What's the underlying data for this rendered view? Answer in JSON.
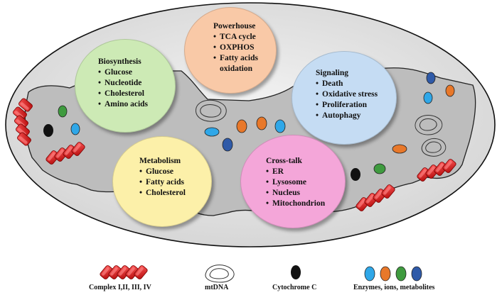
{
  "bubbles": {
    "powerhouse": {
      "title": "Powerhouse",
      "items": [
        "TCA cycle",
        "OXPHOS",
        "Fatty acids"
      ],
      "continuation": "oxidation",
      "color": "#f9c9a7"
    },
    "biosynthesis": {
      "title": "Biosynthesis",
      "items": [
        "Glucose",
        "Nucleotide",
        "Cholesterol",
        "Amino acids"
      ],
      "color": "#cdeab5"
    },
    "signaling": {
      "title": "Signaling",
      "items": [
        "Death",
        "Oxidative stress",
        "Proliferation",
        "Autophagy"
      ],
      "color": "#c5dcf3"
    },
    "metabolism": {
      "title": "Metabolism",
      "items": [
        "Glucose",
        "Fatty acids",
        "Cholesterol"
      ],
      "color": "#fcf0a9"
    },
    "crosstalk": {
      "title": "Cross-talk",
      "items": [
        "ER",
        "Lysosome",
        "Nucleus",
        "Mitochondrion"
      ],
      "color": "#f4a6d9"
    }
  },
  "legend": {
    "complex": "Complex I,II, III, IV",
    "mtdna": "mtDNA",
    "cytochrome": "Cytochrome C",
    "enzymes": "Enzymes, ions, metabolites"
  },
  "colors": {
    "complex_red": "#e01b1b",
    "cyto_black": "#111111",
    "enzyme_blue": "#2fa7e8",
    "enzyme_orange": "#e8782a",
    "enzyme_green": "#3f9b3f",
    "enzyme_navy": "#2f5aa8",
    "mito_outer": "#e6e6e6",
    "mito_inner": "#bdbdbd"
  }
}
